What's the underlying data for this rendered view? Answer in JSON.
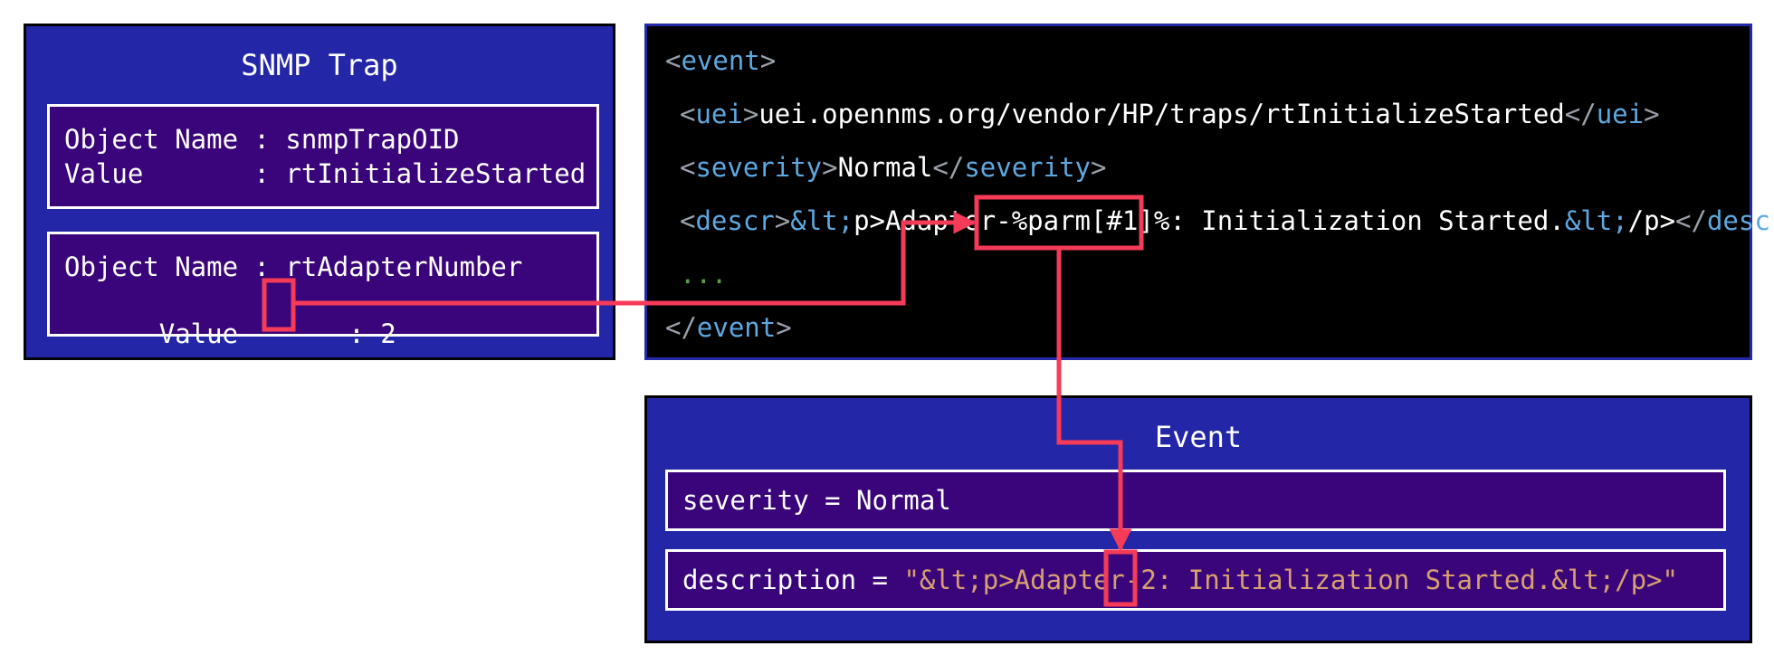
{
  "snmp_trap": {
    "title": "SNMP Trap",
    "varbind1": {
      "line1": "Object Name : snmpTrapOID",
      "line2": "Value       : rtInitializeStarted"
    },
    "varbind2": {
      "line1": "Object Name : rtAdapterNumber",
      "line2_prefix": "Value       : ",
      "value": "2"
    }
  },
  "event_xml": {
    "event_tag": "event",
    "uei_tag": "uei",
    "uei_value": "uei.opennms.org/vendor/HP/traps/rtInitializeStarted",
    "severity_tag": "severity",
    "severity_value": "Normal",
    "descr_tag": "descr",
    "descr_lt_entity": "&lt;",
    "descr_before": "p>Adapter-",
    "descr_param": "%parm[#1]%",
    "descr_middle": ": Initialization Started.",
    "descr_lt_entity2": "&lt;",
    "descr_end": "/p>",
    "ellipsis": "..."
  },
  "event": {
    "title": "Event",
    "severity_line": "severity = Normal",
    "description_key": "description = ",
    "description_before": "\"&lt;p>Adapter-",
    "description_value": "2",
    "description_after": ": Initialization Started.&lt;/p>\""
  },
  "colors": {
    "panel_blue": "#2326a6",
    "inner_purple": "#3a057a",
    "highlight_red": "#f53b57",
    "xml_tag_blue": "#5ea8e0",
    "string_orange": "#d8a070",
    "ellipsis_green": "#58a04a"
  }
}
